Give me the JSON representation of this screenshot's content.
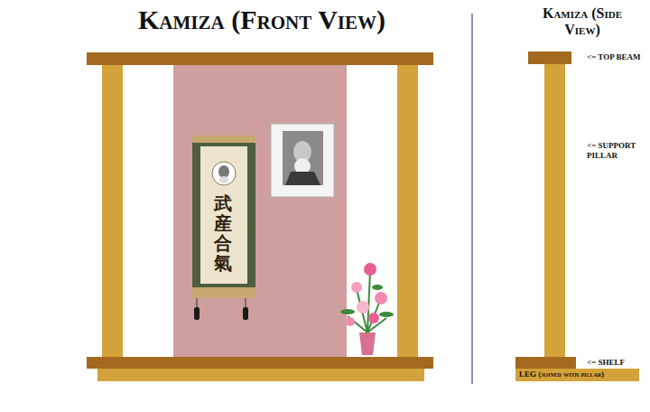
{
  "diagram": {
    "title": "Kamiza (Front View)",
    "labels": [
      "Kamiza (Side View)",
      "<= TOP BEAM",
      "<= SUPPORT PILLAR",
      "<= SHELF",
      "LEG (joined with pillar)",
      "武産合氣"
    ]
  }
}
